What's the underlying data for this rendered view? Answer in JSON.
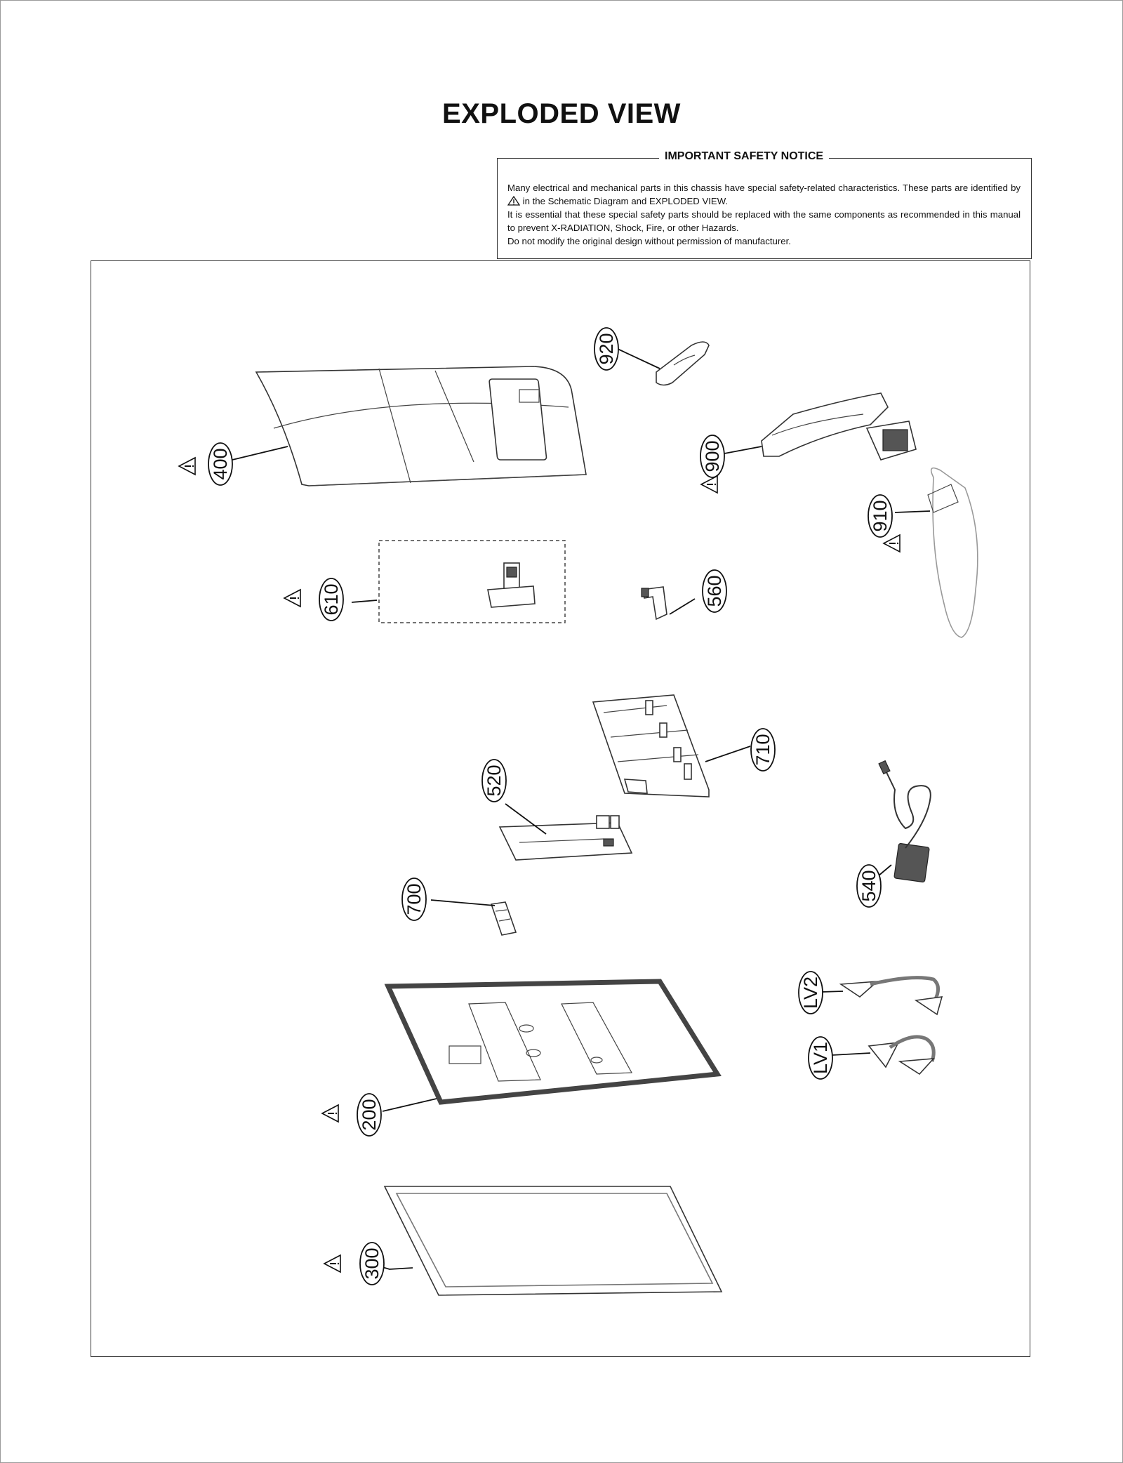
{
  "title": "EXPLODED VIEW",
  "notice": {
    "heading": "IMPORTANT SAFETY NOTICE",
    "line1_before_icon": "Many electrical and mechanical parts in this chassis have special safety-related characteristics. These parts are identified by",
    "line1_after_icon": "in the Schematic Diagram and EXPLODED VIEW.",
    "line2": "It is essential that these special safety parts should be replaced with the same components as recommended in this manual to prevent X-RADIATION, Shock, Fire, or other Hazards.",
    "line3": "Do not modify the original design without permission of manufacturer."
  },
  "callouts": [
    {
      "id": "c920",
      "label": "920",
      "safety": false
    },
    {
      "id": "c400",
      "label": "400",
      "safety": true
    },
    {
      "id": "c900",
      "label": "900",
      "safety": true
    },
    {
      "id": "c910",
      "label": "910",
      "safety": true
    },
    {
      "id": "c610",
      "label": "610",
      "safety": true
    },
    {
      "id": "c560",
      "label": "560",
      "safety": false
    },
    {
      "id": "c710",
      "label": "710",
      "safety": false
    },
    {
      "id": "c520",
      "label": "520",
      "safety": false
    },
    {
      "id": "c540",
      "label": "540",
      "safety": false
    },
    {
      "id": "c700",
      "label": "700",
      "safety": false
    },
    {
      "id": "cLV2",
      "label": "LV2",
      "safety": false
    },
    {
      "id": "cLV1",
      "label": "LV1",
      "safety": false
    },
    {
      "id": "c200",
      "label": "200",
      "safety": true
    },
    {
      "id": "c300",
      "label": "300",
      "safety": true
    }
  ],
  "icons": {
    "safety": "warning-triangle-icon"
  }
}
